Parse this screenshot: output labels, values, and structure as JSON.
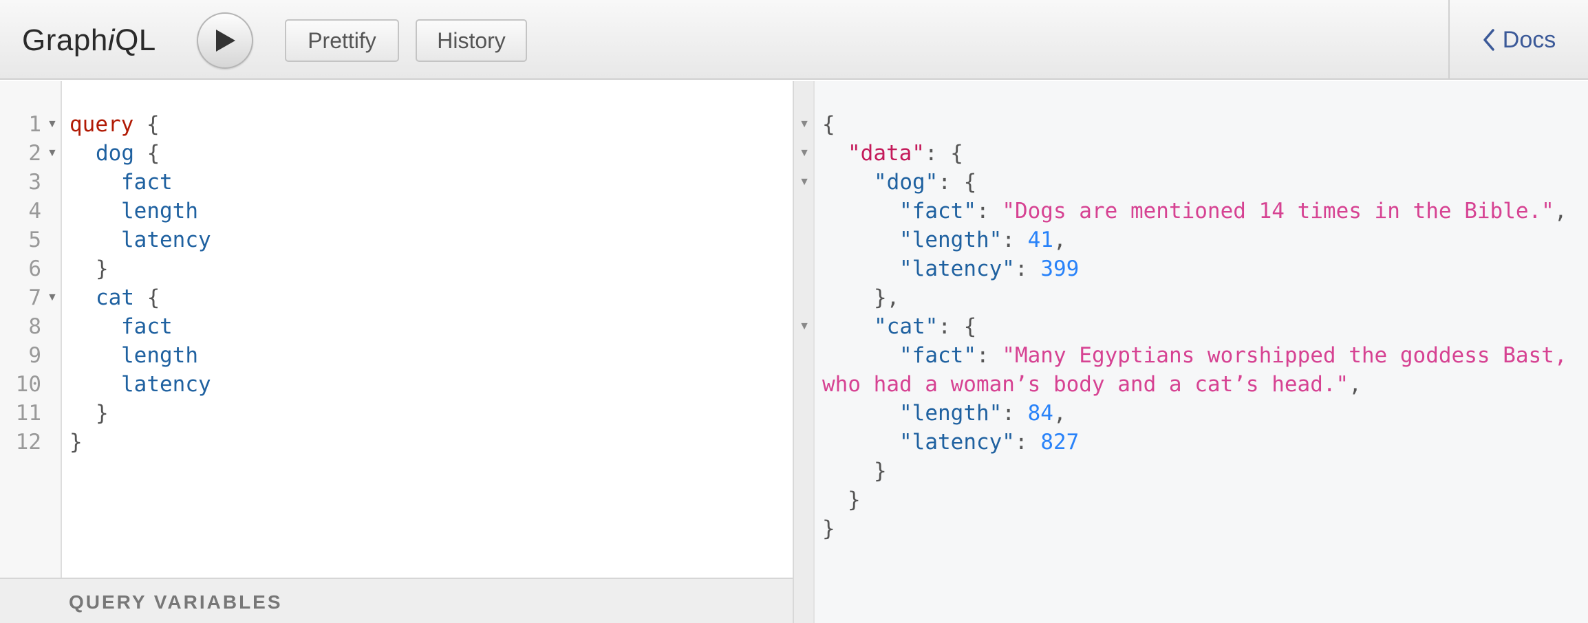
{
  "app": {
    "logo_prefix": "Graph",
    "logo_italic": "i",
    "logo_suffix": "QL"
  },
  "toolbar": {
    "run_icon": "play-icon",
    "prettify_label": "Prettify",
    "history_label": "History",
    "docs_label": "Docs",
    "docs_icon": "chevron-left-icon"
  },
  "editor": {
    "line_numbers": [
      "1",
      "2",
      "3",
      "4",
      "5",
      "6",
      "7",
      "8",
      "9",
      "10",
      "11",
      "12"
    ],
    "lines": {
      "l1_kw": "query",
      "l1_brace": " {",
      "l2_field": "dog",
      "l2_brace": " {",
      "l3_field": "fact",
      "l4_field": "length",
      "l5_field": "latency",
      "l6_brace": "}",
      "l7_field": "cat",
      "l7_brace": " {",
      "l8_field": "fact",
      "l9_field": "length",
      "l10_field": "latency",
      "l11_brace": "}",
      "l12_brace": "}"
    },
    "query_variables_label": "QUERY VARIABLES"
  },
  "result": {
    "open_brace": "{",
    "data_key": "\"data\"",
    "dog_key": "\"dog\"",
    "cat_key": "\"cat\"",
    "fact_key": "\"fact\"",
    "length_key": "\"length\"",
    "latency_key": "\"latency\"",
    "colon_brace": ": {",
    "colon": ": ",
    "comma": ",",
    "close_brace": "}",
    "close_brace_comma": "},",
    "dog_fact": "\"Dogs are mentioned 14 times in the Bible.\"",
    "dog_length": "41",
    "dog_latency": "399",
    "cat_fact_part1": "\"Many Egyptians worshipped the goddess Bast,",
    "cat_fact_part2": "who had a woman’s body and a cat’s head.\"",
    "cat_length": "84",
    "cat_latency": "827"
  },
  "colors": {
    "keyword": "#b11a04",
    "field": "#1f61a0",
    "string": "#d64292",
    "number": "#2882f9",
    "docs_link": "#3b5998"
  }
}
